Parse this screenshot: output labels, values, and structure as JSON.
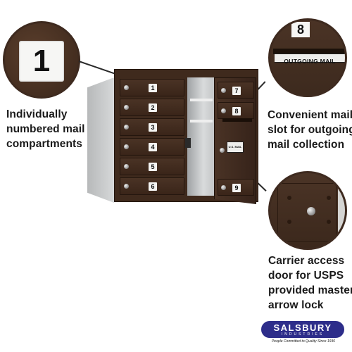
{
  "callouts": {
    "left": [
      "Individually",
      "numbered mail",
      "compartments"
    ],
    "right_top": [
      "Convenient mail",
      "slot for outgoing",
      "mail collection"
    ],
    "right_bottom": [
      "Carrier access",
      "door for USPS",
      "provided master",
      "arrow lock"
    ]
  },
  "zoom_number": "1",
  "zoom_outgoing": {
    "number": "8",
    "label": "OUTGOING MAIL"
  },
  "doors_left": [
    "1",
    "2",
    "3",
    "4",
    "5",
    "6"
  ],
  "doors_right": [
    "7",
    "8",
    "9"
  ],
  "carrier_plate": "U.S. MAIL",
  "logo": {
    "brand": "SALSBURY",
    "sub": "INDUSTRIES",
    "tagline": "People Committed to Quality Since 1936"
  },
  "colors": {
    "bronze": "#3f2a1d",
    "frame": "#c6c8c9",
    "logo_blue": "#2d2d8a"
  }
}
